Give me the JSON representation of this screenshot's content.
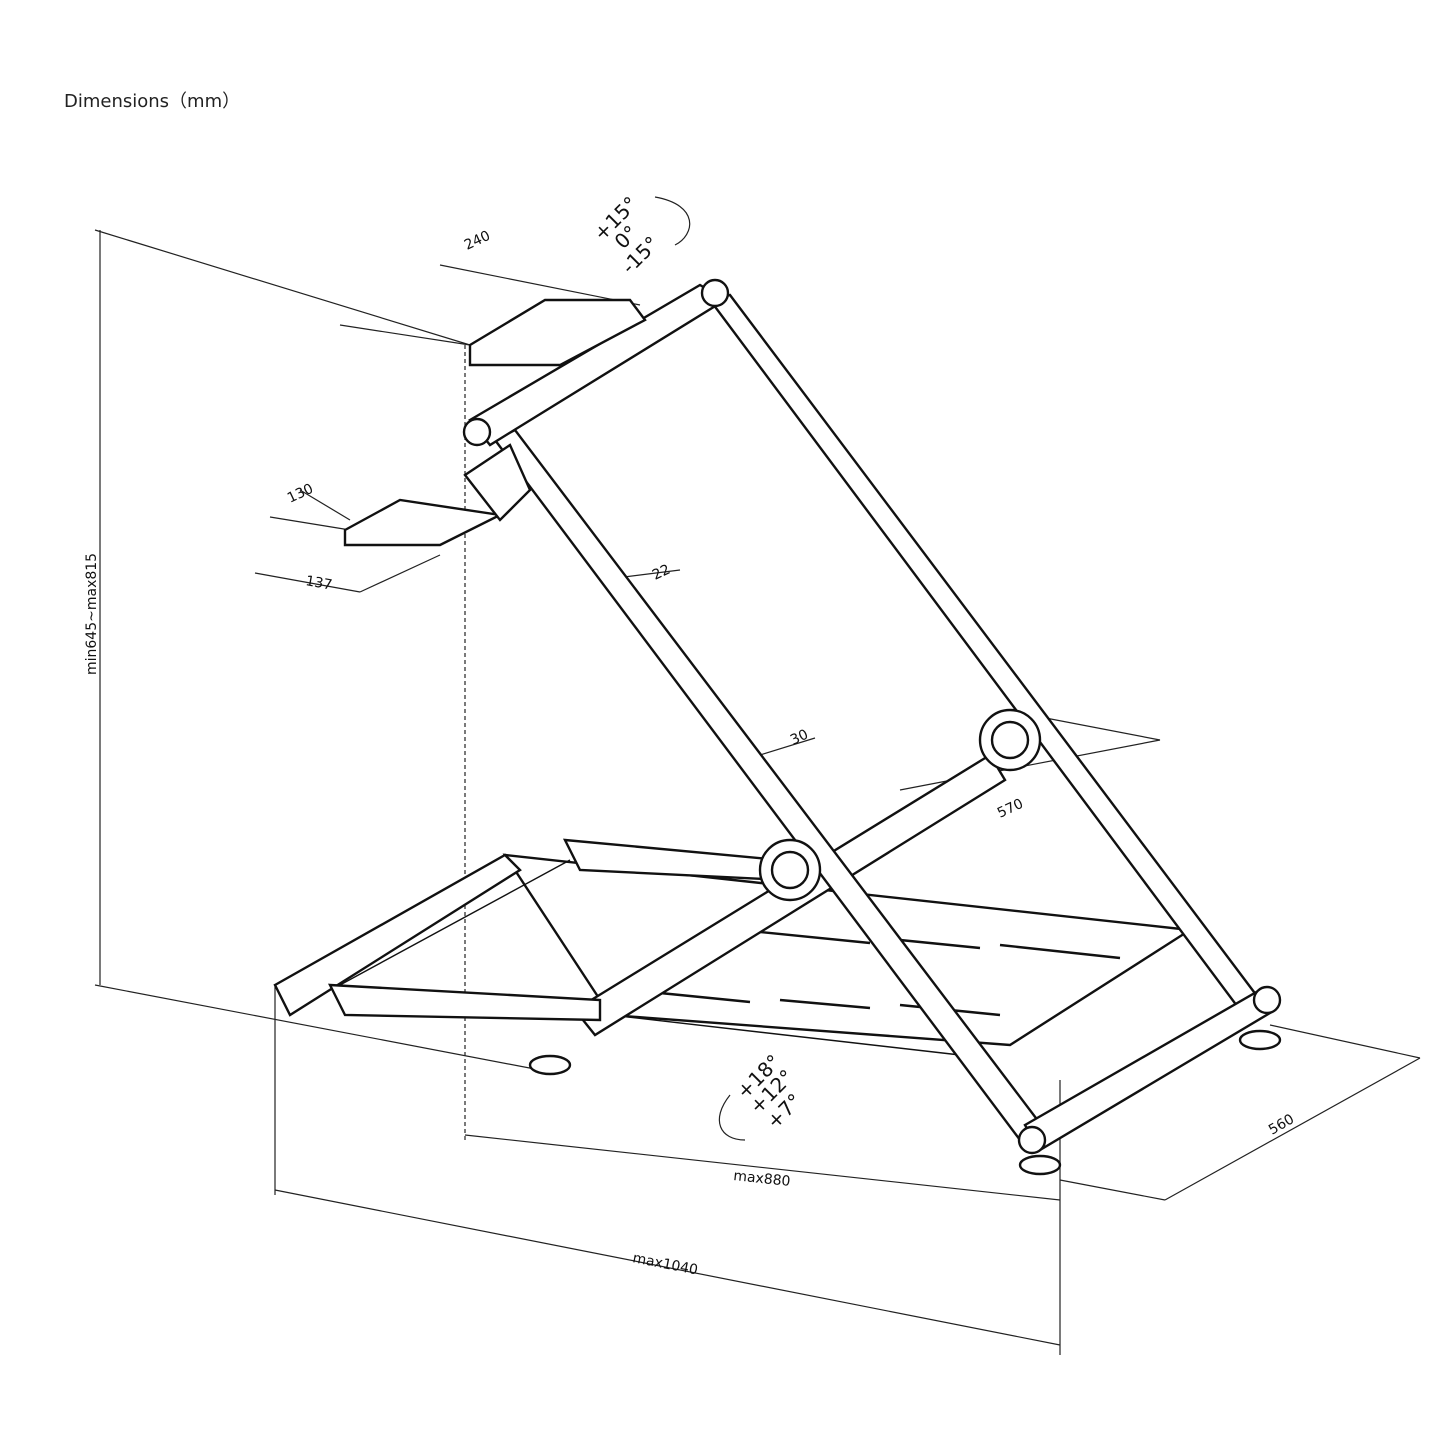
{
  "title": "Dimensions（mm）",
  "dimensions": {
    "wheel_plate_width": "240",
    "shifter_plate_depth": "130",
    "shifter_plate_width": "137",
    "tube_small": "22",
    "tube_large": "30",
    "base_inner": "570",
    "base_width": "560",
    "length_inner": "max880",
    "length_total": "max1040",
    "height": "min645~max815"
  },
  "angles": {
    "wheel_tilt": [
      "+15°",
      "0°",
      "-15°"
    ],
    "pedal_tilt": [
      "+18°",
      "+12°",
      "+7°"
    ]
  }
}
